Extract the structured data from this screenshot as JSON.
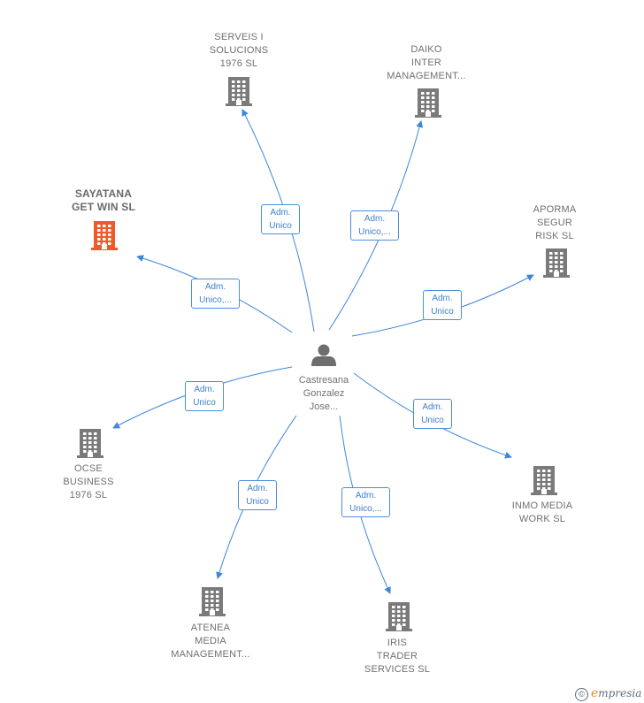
{
  "center": {
    "name_lines": [
      "Castresana",
      "Gonzalez",
      "Jose..."
    ],
    "icon": "person-icon"
  },
  "nodes": [
    {
      "id": "serveis",
      "lines": [
        "SERVEIS I",
        "SOLUCIONS",
        "1976  SL"
      ],
      "highlight": false,
      "edge": [
        "Adm.",
        "Unico"
      ]
    },
    {
      "id": "daiko",
      "lines": [
        "DAIKO",
        "INTER",
        "MANAGEMENT..."
      ],
      "highlight": false,
      "edge": [
        "Adm.",
        "Unico,..."
      ]
    },
    {
      "id": "sayatana",
      "lines": [
        "SAYATANA",
        "GET WIN  SL"
      ],
      "highlight": true,
      "edge": [
        "Adm.",
        "Unico,..."
      ]
    },
    {
      "id": "aporma",
      "lines": [
        "APORMA",
        "SEGUR",
        "RISK SL"
      ],
      "highlight": false,
      "edge": [
        "Adm.",
        "Unico"
      ]
    },
    {
      "id": "ocse",
      "lines": [
        "OCSE",
        "BUSINESS",
        "1976  SL"
      ],
      "highlight": false,
      "edge": [
        "Adm.",
        "Unico"
      ]
    },
    {
      "id": "inmo",
      "lines": [
        "INMO MEDIA",
        "WORK  SL"
      ],
      "highlight": false,
      "edge": [
        "Adm.",
        "Unico"
      ]
    },
    {
      "id": "atenea",
      "lines": [
        "ATENEA",
        "MEDIA",
        "MANAGEMENT..."
      ],
      "highlight": false,
      "edge": [
        "Adm.",
        "Unico"
      ]
    },
    {
      "id": "iris",
      "lines": [
        "IRIS",
        "TRADER",
        "SERVICES  SL"
      ],
      "highlight": false,
      "edge": [
        "Adm.",
        "Unico,..."
      ]
    }
  ],
  "colors": {
    "edge": "#3d86d8",
    "building": "#7a7a7a",
    "building_highlight": "#f05a28",
    "person": "#6e6e6e"
  },
  "icons": {
    "company": "building-icon"
  },
  "brand": {
    "copyright": "©",
    "e": "e",
    "rest": "mpresia"
  }
}
